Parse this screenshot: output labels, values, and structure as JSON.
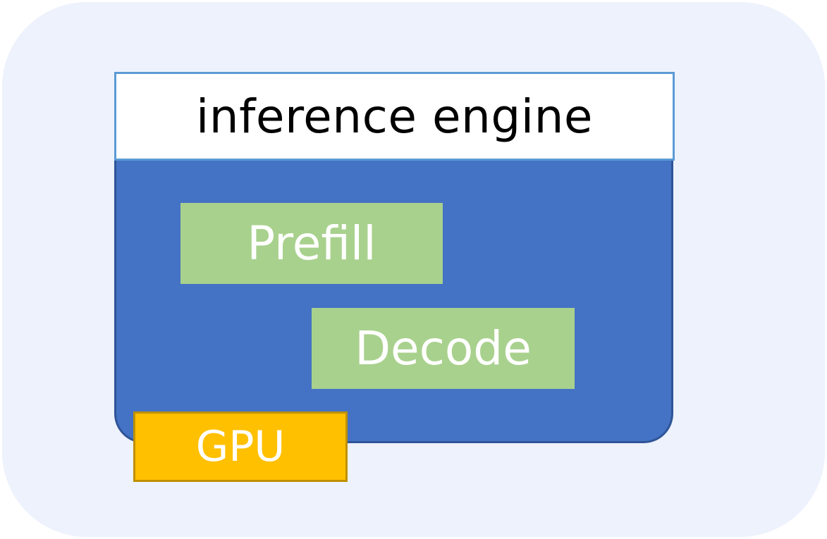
{
  "diagram": {
    "header_label": "inference engine",
    "stages": [
      {
        "label": "Prefill"
      },
      {
        "label": "Decode"
      }
    ],
    "device_label": "GPU"
  },
  "colors": {
    "panel_bg": "#eef2fd",
    "engine_bg": "#4472c4",
    "stage_bg": "#a9d18e",
    "gpu_bg": "#ffc000"
  }
}
